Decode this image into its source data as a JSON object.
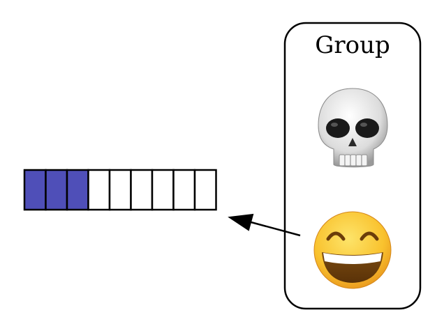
{
  "group": {
    "title": "Group",
    "members": [
      {
        "icon": "skull-icon"
      },
      {
        "icon": "grinning-face-icon"
      }
    ]
  },
  "progress": {
    "total_cells": 9,
    "filled_cells": 3,
    "fill_color": "#4f4fb8",
    "empty_color": "#ffffff"
  },
  "edge": {
    "from": "group-member-grinning-face",
    "to": "progress-bar"
  }
}
